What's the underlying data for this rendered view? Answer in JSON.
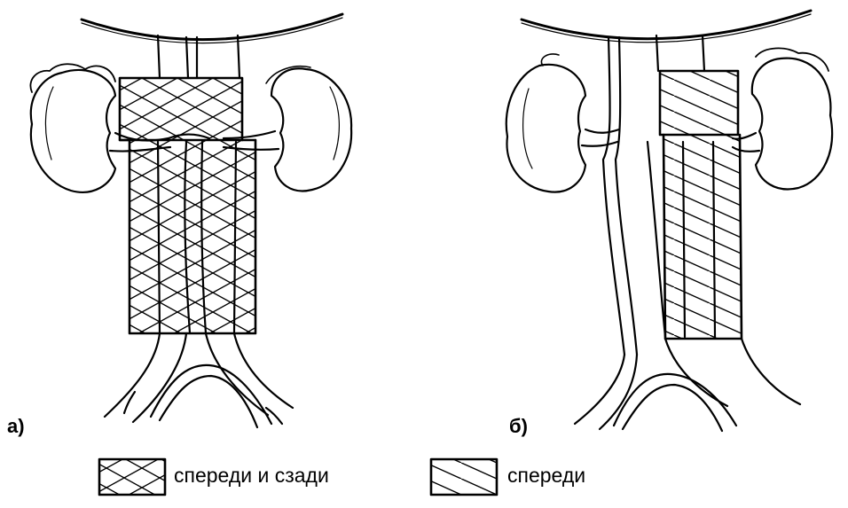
{
  "panels": [
    {
      "label": "а)"
    },
    {
      "label": "б)"
    }
  ],
  "legend": [
    {
      "pattern": "crosshatch",
      "text": "спереди и сзади"
    },
    {
      "pattern": "hatch",
      "text": "спереди"
    }
  ],
  "colors": {
    "ink": "#000000",
    "paper": "#ffffff"
  }
}
